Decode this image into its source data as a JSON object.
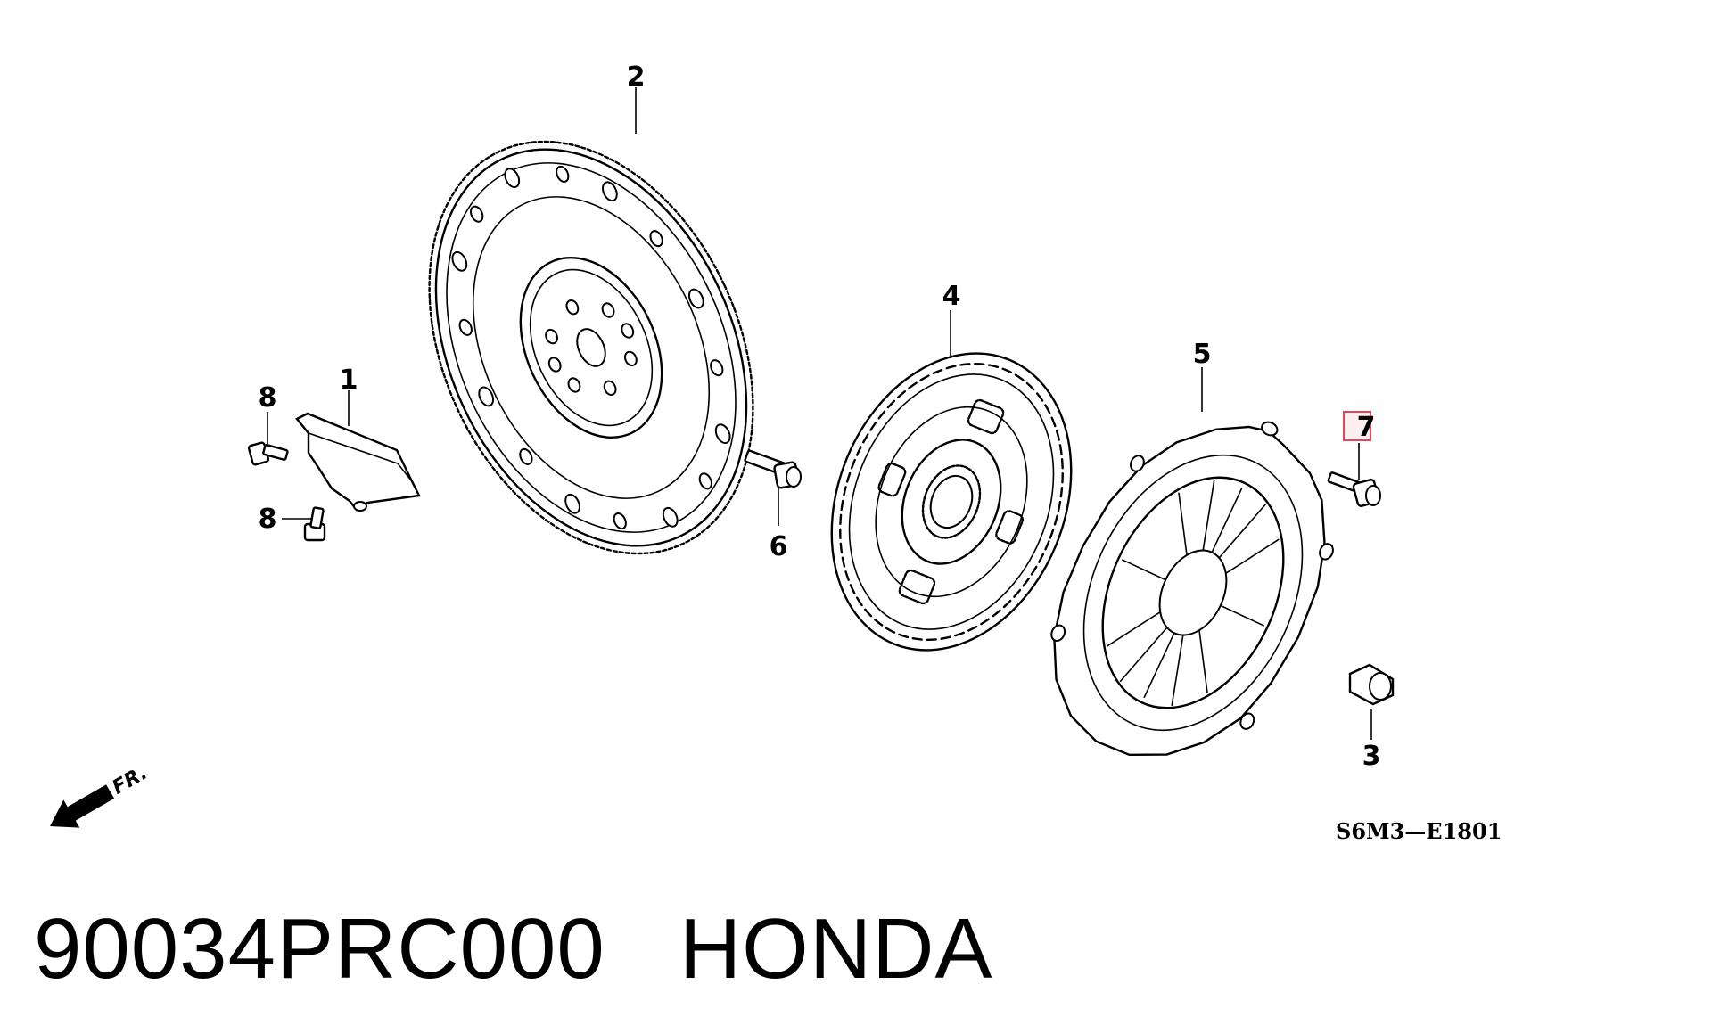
{
  "callouts": {
    "c1": "1",
    "c2": "2",
    "c3": "3",
    "c4": "4",
    "c5": "5",
    "c6": "6",
    "c7": "7",
    "c8a": "8",
    "c8b": "8"
  },
  "highlight": {
    "callout": "7",
    "color": "#e8455a"
  },
  "direction_label": "FR.",
  "diagram_code": "S6M3—E1801",
  "footer": {
    "part_number": "90034PRC000",
    "brand": "HONDA"
  }
}
